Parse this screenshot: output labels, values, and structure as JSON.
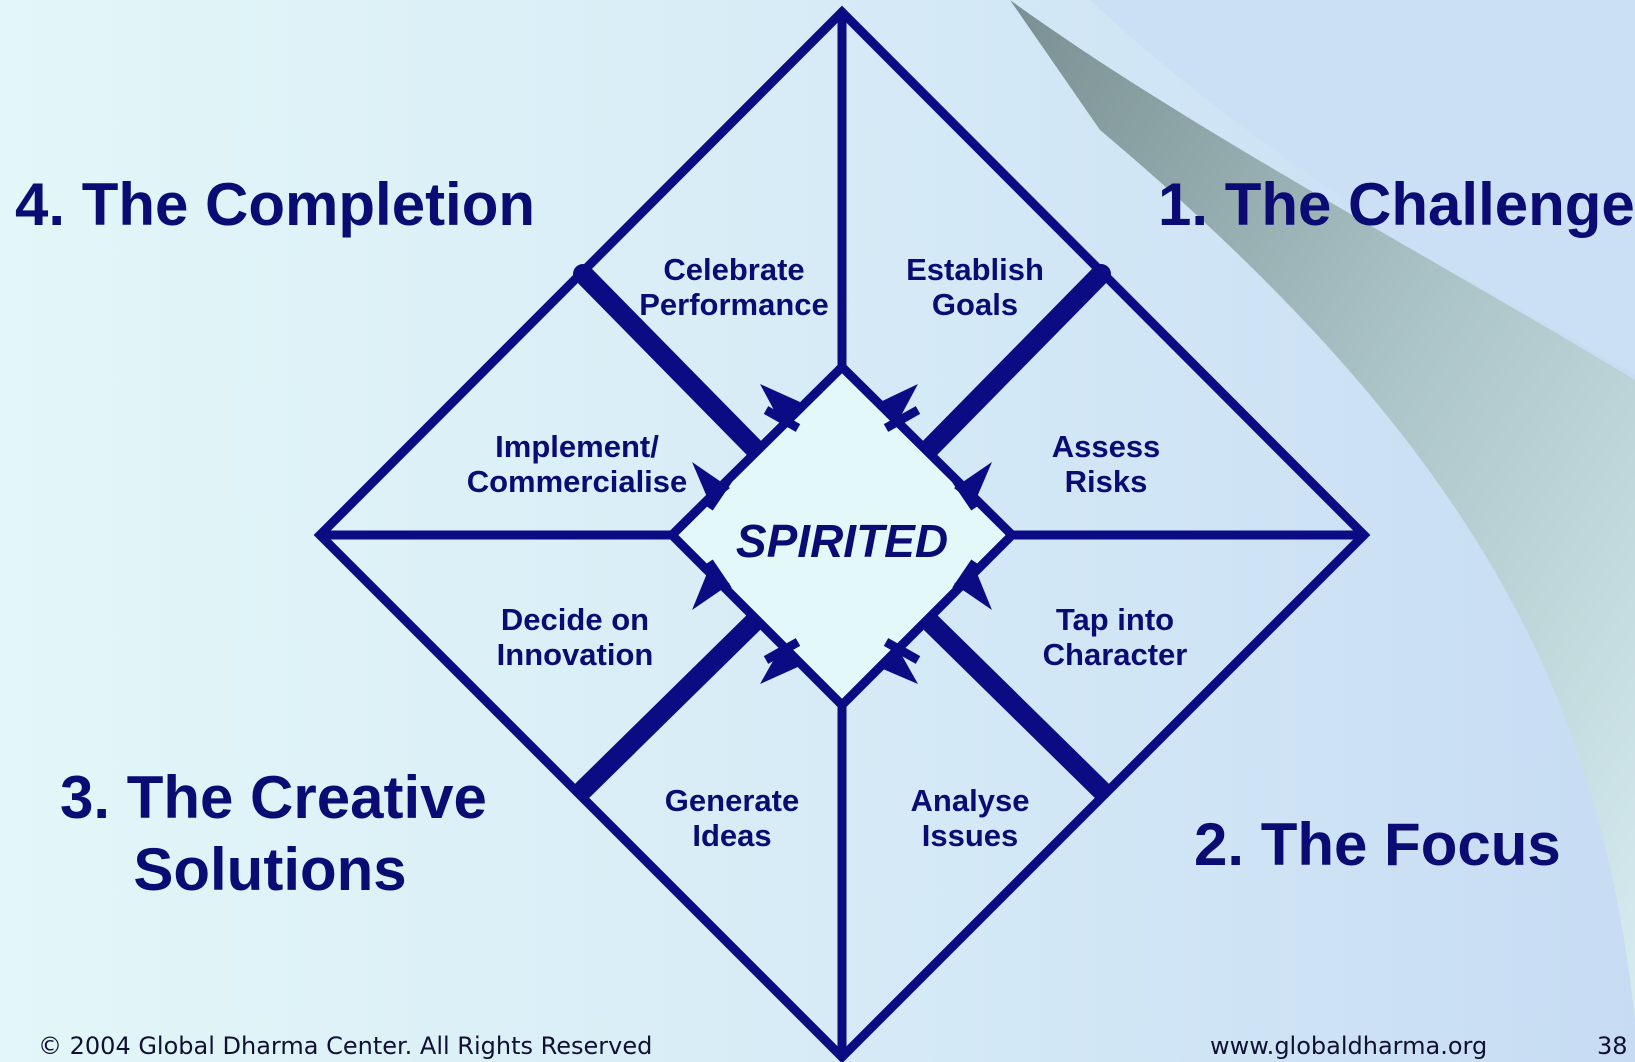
{
  "quadrants": {
    "challenge": "1. The Challenge",
    "focus": "2. The Focus",
    "creative_line1": "3. The Creative",
    "creative_line2": "Solutions",
    "completion": "4. The Completion"
  },
  "center": "SPIRITED",
  "segments": {
    "celebrate": [
      "Celebrate",
      "Performance"
    ],
    "establish": [
      "Establish",
      "Goals"
    ],
    "assess": [
      "Assess",
      "Risks"
    ],
    "tap": [
      "Tap into",
      "Character"
    ],
    "analyse": [
      "Analyse",
      "Issues"
    ],
    "generate": [
      "Generate",
      "Ideas"
    ],
    "decide": [
      "Decide on",
      "Innovation"
    ],
    "implement": [
      "Implement/",
      "Commercialise"
    ]
  },
  "footer": {
    "copyright": "© 2004 Global Dharma Center. All Rights Reserved",
    "url": "www.globaldharma.org",
    "page": "38"
  },
  "colors": {
    "diagram": "#0b0b84",
    "text": "#0b0b74",
    "center_fill": "#e3f8f9"
  }
}
